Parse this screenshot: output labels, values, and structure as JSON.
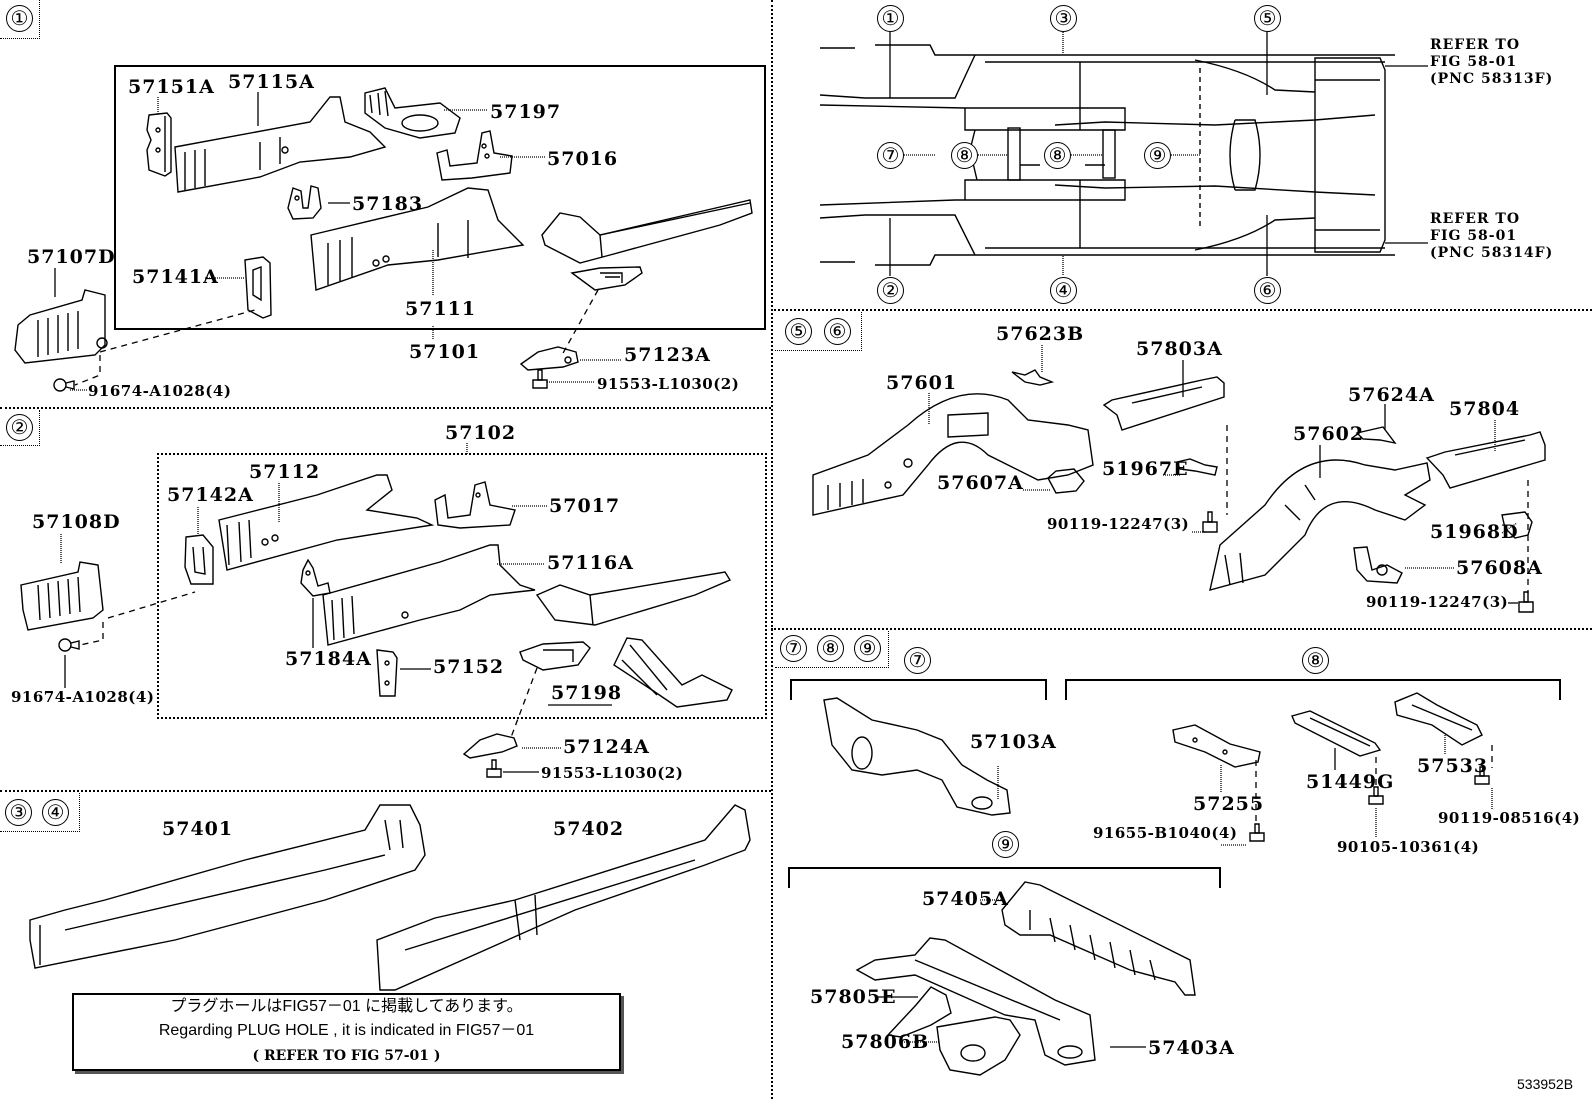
{
  "figure_id": "533952B",
  "sections": {
    "s1": {
      "tag": [
        "①"
      ],
      "assembly": "57101",
      "parts": {
        "p57151A": "57151A",
        "p57115A": "57115A",
        "p57197": "57197",
        "p57016": "57016",
        "p57183": "57183",
        "p57107D": "57107D",
        "p57141A": "57141A",
        "p57111": "57111",
        "p57123A": "57123A",
        "bolt1": "91674-A1028(4)",
        "bolt2": "91553-L1030(2)"
      }
    },
    "s2": {
      "tag": [
        "②"
      ],
      "assembly": "57102",
      "parts": {
        "p57112": "57112",
        "p57142A": "57142A",
        "p57108D": "57108D",
        "p57017": "57017",
        "p57116A": "57116A",
        "p57184A": "57184A",
        "p57152": "57152",
        "p57198": "57198",
        "p57124A": "57124A",
        "bolt1": "91674-A1028(4)",
        "bolt2": "91553-L1030(2)"
      }
    },
    "s34": {
      "tag": [
        "③",
        "④"
      ],
      "parts": {
        "p57401": "57401",
        "p57402": "57402"
      },
      "note": {
        "line1": "プラグホールはFIG57－01 に掲載してあります。",
        "line2": "Regarding  PLUG  HOLE  ,  it  is  indicated  in  FIG57－01",
        "line3": "(   REFER TO FIG 57-01  )"
      }
    },
    "overview": {
      "callouts": [
        "①",
        "②",
        "③",
        "④",
        "⑤",
        "⑥",
        "⑦",
        "⑧",
        "⑧",
        "⑨"
      ],
      "refer_top": "REFER TO\nFIG 58-01\n(PNC 58313F)",
      "refer_bottom": "REFER TO\nFIG 58-01\n(PNC 58314F)"
    },
    "s56": {
      "tag": [
        "⑤",
        "⑥"
      ],
      "parts": {
        "p57623B": "57623B",
        "p57803A": "57803A",
        "p57601": "57601",
        "p57607A": "57607A",
        "p51967E": "51967E",
        "bolt_a": "90119-12247(3)",
        "p57624A": "57624A",
        "p57804": "57804",
        "p57602": "57602",
        "p51968D": "51968D",
        "p57608A": "57608A",
        "bolt_b": "90119-12247(3)"
      }
    },
    "s789": {
      "tag": [
        "⑦",
        "⑧",
        "⑨"
      ],
      "group7": {
        "label": "⑦",
        "parts": {
          "p57103A": "57103A"
        }
      },
      "group8": {
        "label": "⑧",
        "parts": {
          "p57255": "57255",
          "p51449G": "51449G",
          "p57533": "57533",
          "bolt_a": "91655-B1040(4)",
          "bolt_b": "90105-10361(4)",
          "bolt_c": "90119-08516(4)"
        }
      },
      "group9": {
        "label": "⑨",
        "parts": {
          "p57405A": "57405A",
          "p57805E": "57805E",
          "p57806B": "57806B",
          "p57403A": "57403A"
        }
      }
    }
  }
}
